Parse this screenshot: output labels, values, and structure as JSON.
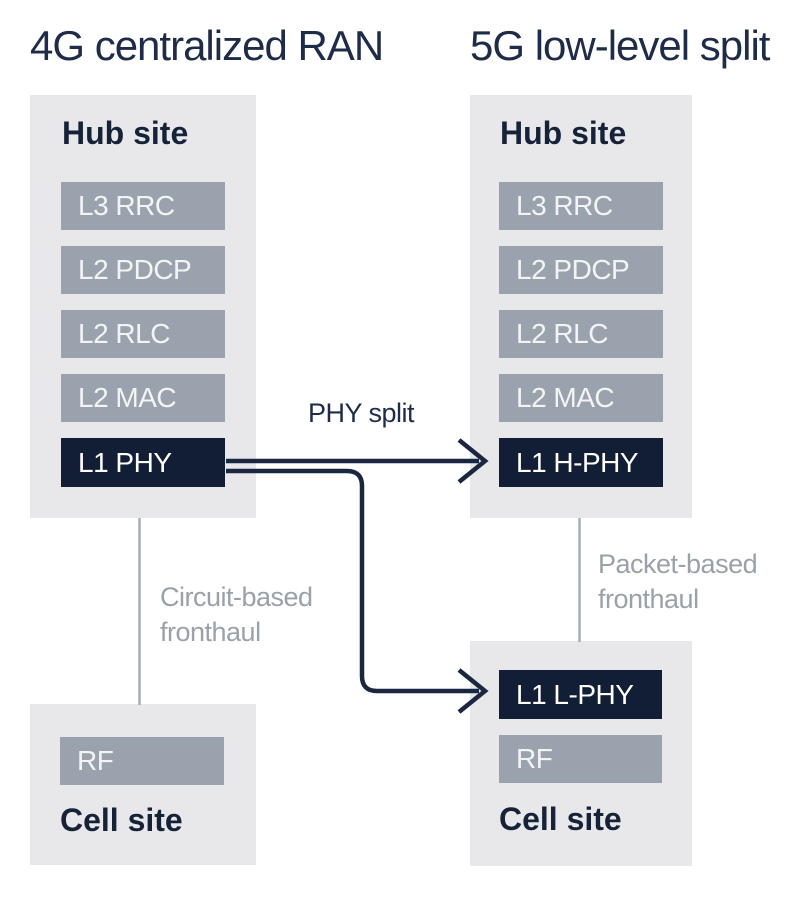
{
  "left_diagram": {
    "title": "4G centralized RAN",
    "hub": {
      "label": "Hub site",
      "layers": [
        {
          "label": "L3 RRC"
        },
        {
          "label": "L2 PDCP"
        },
        {
          "label": "L2 RLC"
        },
        {
          "label": "L2 MAC"
        },
        {
          "label": "L1 PHY",
          "highlight": true
        }
      ]
    },
    "fronthaul_label": "Circuit-based fronthaul",
    "cell": {
      "label": "Cell site",
      "layers": [
        {
          "label": "RF"
        }
      ]
    }
  },
  "right_diagram": {
    "title": "5G low-level split",
    "hub": {
      "label": "Hub site",
      "layers": [
        {
          "label": "L3 RRC"
        },
        {
          "label": "L2 PDCP"
        },
        {
          "label": "L2 RLC"
        },
        {
          "label": "L2 MAC"
        },
        {
          "label": "L1 H-PHY",
          "highlight": true
        }
      ]
    },
    "fronthaul_label": "Packet-based fronthaul",
    "cell": {
      "label": "Cell site",
      "layers": [
        {
          "label": "L1 L-PHY",
          "highlight": true
        },
        {
          "label": "RF"
        }
      ]
    }
  },
  "arrow_label": "PHY split",
  "colors": {
    "container_bg": "#e8e8ea",
    "layer_box": "#9aa3ad",
    "highlight_box": "#121d36",
    "navy_text": "#152238",
    "title_text": "#1e2c47",
    "arrow": "#1b2740",
    "muted_label": "#9aa1a9",
    "connector_line": "#a6adb4"
  }
}
